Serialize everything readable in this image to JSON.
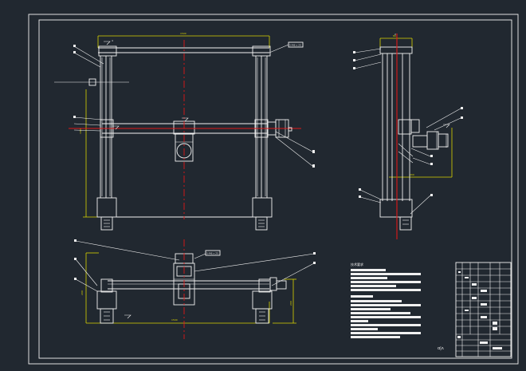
{
  "drawing": {
    "background_color": "#212830",
    "line_color": "#f2f2f2",
    "dimension_color": "#d8d400",
    "centerline_color": "#e01818"
  },
  "views": {
    "front": {
      "dimensions": {
        "top_width": "1500",
        "left_height": "1000"
      },
      "callouts": {
        "top_right_tag": "5-M6 x 25",
        "weld_symbol": "4"
      }
    },
    "side": {
      "dimensions": {
        "top_width": "80",
        "bottom_width": "200"
      },
      "callouts": {
        "top_tag": "2"
      }
    },
    "plan": {
      "dimensions": {
        "bottom_width": "1500",
        "left_height": "200",
        "right_height": "200"
      },
      "callouts": {
        "top_tag": "5-M6 x 25"
      }
    }
  },
  "notes": {
    "heading": "技术要求"
  },
  "title_block": {
    "signature_hint": "ɑ|ʌ"
  }
}
